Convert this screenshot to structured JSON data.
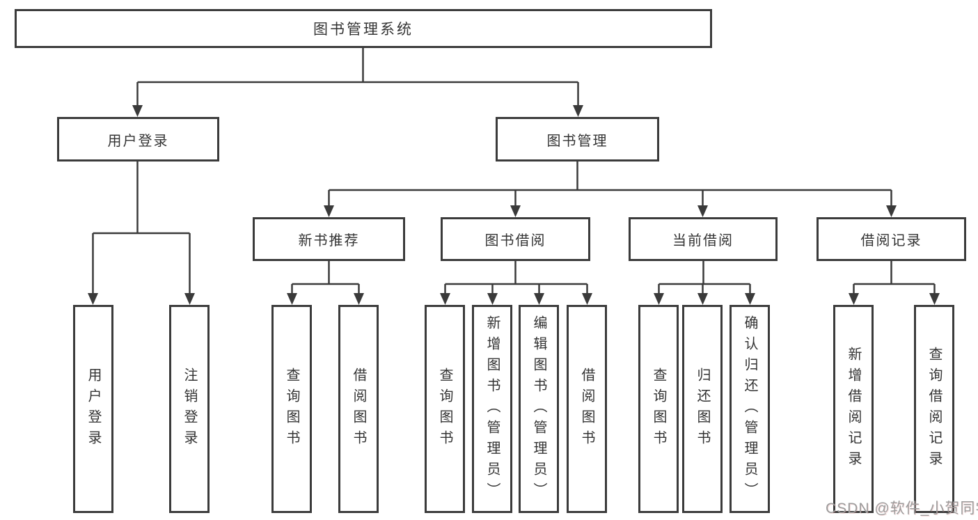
{
  "tree": {
    "root": "图书管理系统",
    "children": [
      {
        "label": "用户登录",
        "children": [
          "用户登录",
          "注销登录"
        ]
      },
      {
        "label": "图书管理",
        "children": [
          {
            "label": "新书推荐",
            "children": [
              "查询图书",
              "借阅图书"
            ]
          },
          {
            "label": "图书借阅",
            "children": [
              "查询图书",
              "新增图书（管理员）",
              "编辑图书（管理员）",
              "借阅图书"
            ]
          },
          {
            "label": "当前借阅",
            "children": [
              "查询图书",
              "归还图书",
              "确认归还（管理员）"
            ]
          },
          {
            "label": "借阅记录",
            "children": [
              "新增借阅记录",
              "查询借阅记录"
            ]
          }
        ]
      }
    ]
  },
  "watermark": "CSDN @软件_小贺同学",
  "colors": {
    "line": "#3a3a3a",
    "border": "#3b3b3b",
    "text": "#333333",
    "background": "#ffffff",
    "watermark": "#9c9c9c"
  }
}
